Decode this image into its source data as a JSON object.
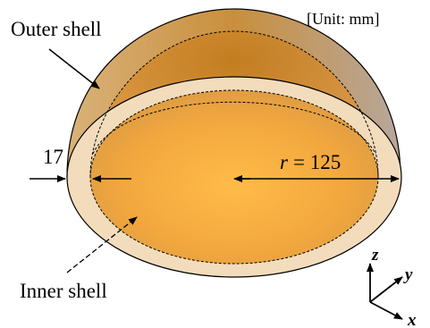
{
  "labels": {
    "outer_shell": "Outer shell",
    "inner_shell": "Inner shell",
    "unit": "[Unit: mm]",
    "thickness": "17",
    "radius_symbol": "r",
    "radius_value": "= 125"
  },
  "axes": {
    "z": "z",
    "y": "y",
    "x": "x"
  },
  "colors": {
    "outer_shell": "#c99a52",
    "inner_shell_center": "#ffb84a",
    "inner_shell_edge": "#e59a2e",
    "rim": "#f0d8b0"
  }
}
